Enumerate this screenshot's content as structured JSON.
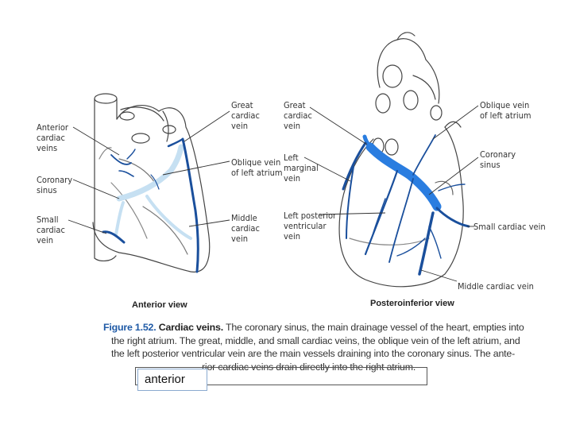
{
  "labels_left": {
    "anterior_cardiac_veins": "Anterior\ncardiac\nveins",
    "coronary_sinus": "Coronary\nsinus",
    "small_cardiac_vein": "Small\ncardiac\nvein",
    "great_cardiac_vein": "Great\ncardiac\nvein",
    "oblique_vein": "Oblique vein\nof left atrium",
    "middle_cardiac_vein": "Middle\ncardiac\nvein"
  },
  "labels_right": {
    "great_cardiac_vein": "Great\ncardiac\nvein",
    "left_marginal_vein": "Left\nmarginal\nvein",
    "left_posterior_ventricular_vein": "Left posterior\nventricular\nvein",
    "oblique_vein": "Oblique vein\nof left atrium",
    "coronary_sinus": "Coronary\nsinus",
    "small_cardiac_vein": "Small cardiac vein",
    "middle_cardiac_vein": "Middle cardiac vein"
  },
  "views": {
    "anterior": "Anterior view",
    "posteroinferior": "Posteroinferior view"
  },
  "caption": {
    "figure": "Figure 1.52.",
    "title": "Cardiac veins.",
    "line1_rest": "The coronary sinus, the main drainage vessel of the heart, empties into",
    "line2": "the right atrium. The great, middle, and small cardiac veins, the oblique vein of the left atrium, and",
    "line3": "the left posterior ventricular vein are the main vessels draining into the coronary sinus. The ante-",
    "line4": "rior cardiac veins drain directly into the right atrium."
  },
  "overlay_box": {
    "text": "anterior"
  },
  "colors": {
    "vein_dark": "#1a4f9c",
    "vein_light": "#c6e0f2",
    "sinus_blue": "#2a7de0",
    "outline": "#444444"
  }
}
